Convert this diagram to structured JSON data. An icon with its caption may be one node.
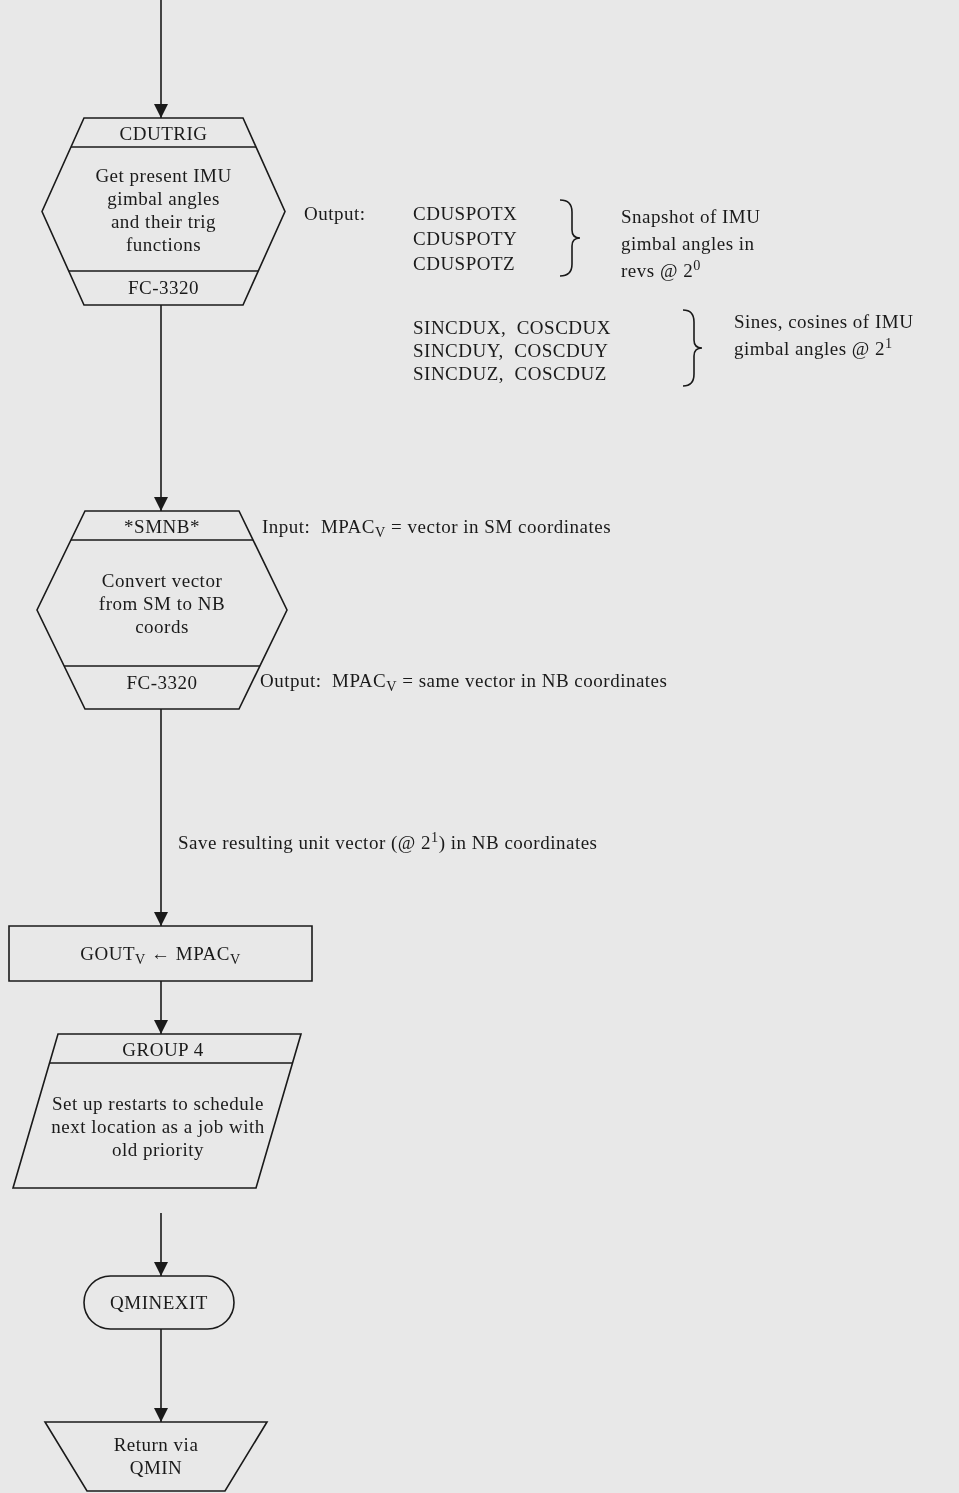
{
  "diagram": {
    "nodes": [
      {
        "text": [
          "CDUTRIG",
          "Get present IMU gimbal angles and their trig functions",
          "FC-3320"
        ]
      },
      {
        "text": [
          "*SMNB*",
          "Convert vector from SM to NB coords",
          "FC-3320"
        ],
        "beside": [
          "Input:  MPAC$_{V}$ = vector in SM coordinates",
          "Output:  MPAC$_{V}$ = same vector in NB coordinates"
        ]
      },
      {
        "text": [
          "GOUT$_{V}$ ← MPAC$_{V}$"
        ]
      },
      {
        "text": [
          "GROUP 4",
          "Set up restarts to schedule next location as a job with old priority"
        ]
      },
      {
        "text": [
          "QMINEXIT"
        ]
      },
      {
        "text": [
          "Return via QMIN"
        ]
      }
    ],
    "edges": [
      {
        "from": null,
        "to": 0,
        "arrow": "to"
      },
      {
        "from": 0,
        "to": 1,
        "arrow": "to"
      },
      {
        "from": 1,
        "to": 2,
        "arrow": "to",
        "label": "Save resulting unit vector (@ 2$^{1}$) in NB coordinates"
      },
      {
        "from": 2,
        "to": 3,
        "arrow": "to"
      },
      {
        "from": null,
        "to": 4,
        "arrow": "to"
      },
      {
        "from": 4,
        "to": 5,
        "arrow": "to"
      }
    ],
    "labels": [
      "Output:",
      "CDUSPOTX",
      "CDUSPOTY",
      "CDUSPOTZ",
      "Snapshot of IMU gimbal angles in revs @ 2$^{0}$",
      "SINCDUX,  COSCDUX",
      "SINCDUY,  COSCDUY",
      "SINCDUZ,  COSCDUZ",
      "Sines, cosines of IMU gimbal angles @ 2$^{1}$"
    ]
  }
}
